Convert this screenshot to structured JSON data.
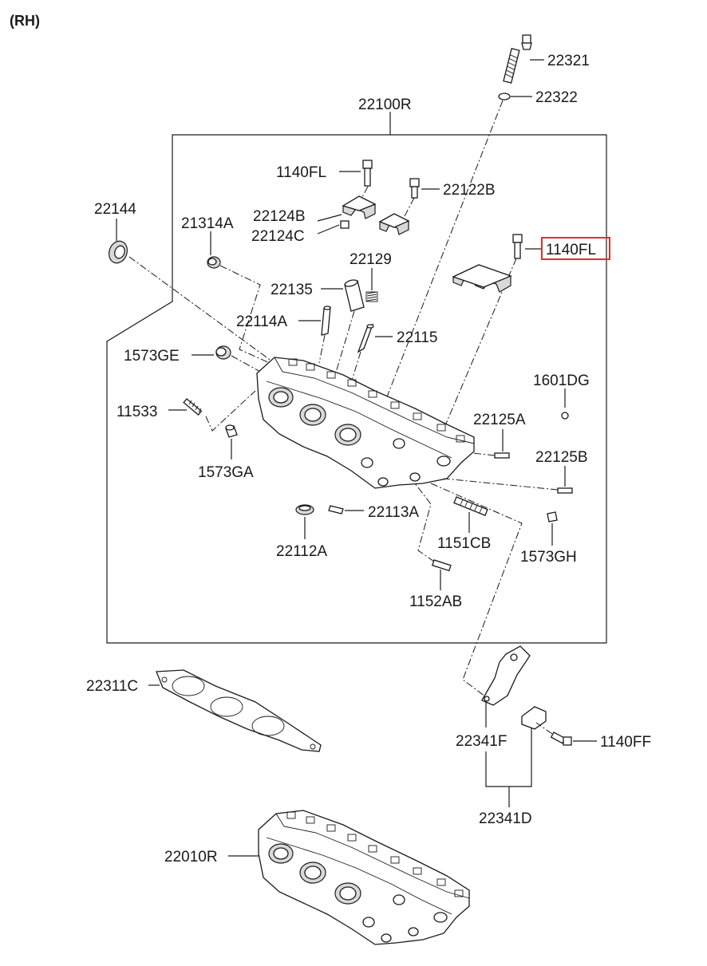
{
  "side_label": "(RH)",
  "parts": {
    "p22321": "22321",
    "p22322": "22322",
    "p22100R": "22100R",
    "p1140FL_a": "1140FL",
    "p22122B": "22122B",
    "p22144": "22144",
    "p21314A": "21314A",
    "p22124B": "22124B",
    "p22124C": "22124C",
    "p1140FL_b": "1140FL",
    "p22129": "22129",
    "p22135": "22135",
    "p22114A": "22114A",
    "p22115": "22115",
    "p1573GE": "1573GE",
    "p1601DG": "1601DG",
    "p11533": "11533",
    "p22125A": "22125A",
    "p22125B": "22125B",
    "p1573GA": "1573GA",
    "p22113A": "22113A",
    "p22112A": "22112A",
    "p1151CB": "1151CB",
    "p1573GH": "1573GH",
    "p1152AB": "1152AB",
    "p22311C": "22311C",
    "p22341F": "22341F",
    "p1140FF": "1140FF",
    "p22341D": "22341D",
    "p22010R": "22010R"
  },
  "highlight_color": "#e0302a",
  "highlighted_part": "1140FL"
}
